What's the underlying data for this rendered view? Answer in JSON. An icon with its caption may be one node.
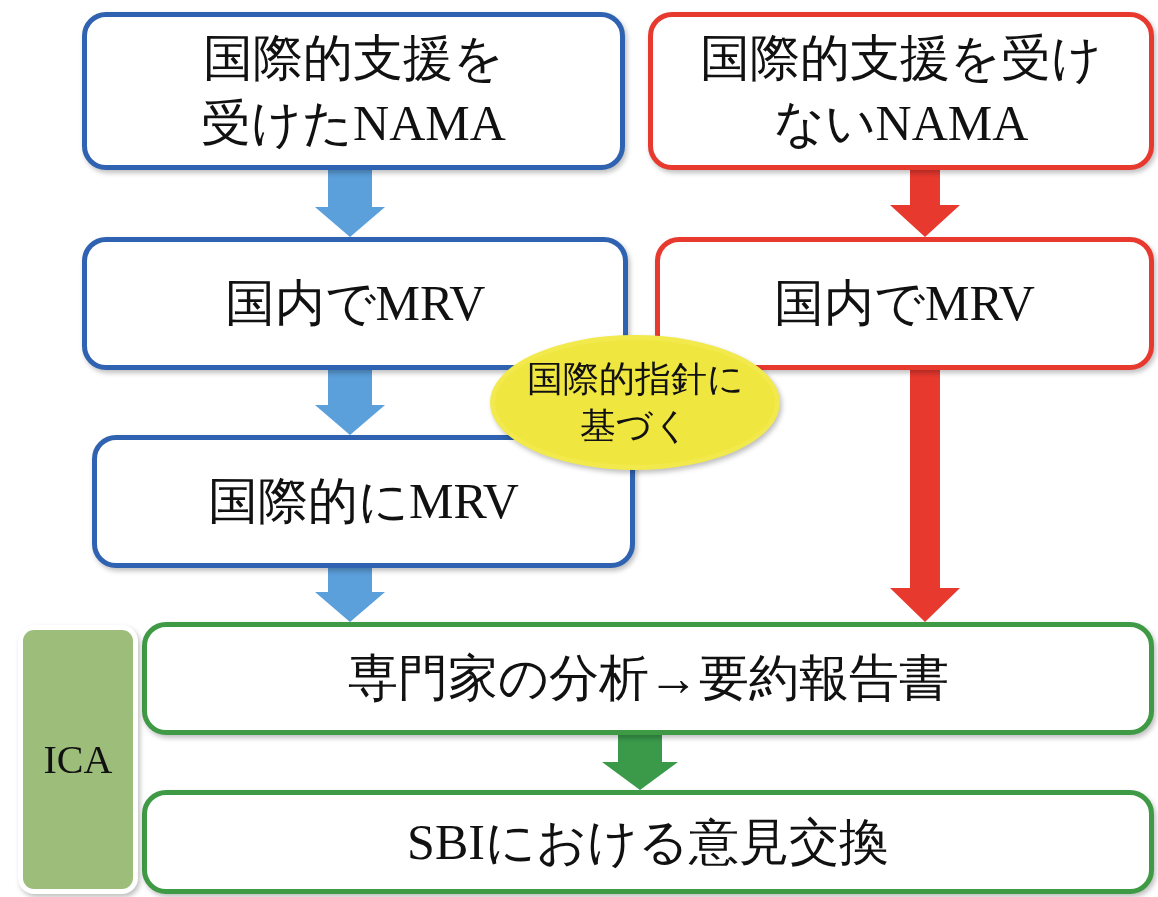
{
  "diagram": {
    "nodes": [
      {
        "text": [
          "国際的支援を受けたNAMA"
        ]
      },
      {
        "text": [
          "国際的支援を受けないNAMA"
        ]
      },
      {
        "text": [
          "国内でMRV"
        ]
      },
      {
        "text": [
          "国内でMRV"
        ]
      },
      {
        "text": [
          "国際的指針に基づく"
        ]
      },
      {
        "text": [
          "国際的にMRV"
        ]
      },
      {
        "text": [
          "専門家の分析→要約報告書"
        ]
      },
      {
        "text": [
          "SBIにおける意見交換"
        ]
      },
      {
        "text": [
          "ICA"
        ]
      }
    ],
    "edges": [
      {
        "from": 0,
        "to": 2,
        "arrow": "to"
      },
      {
        "from": 2,
        "to": 5,
        "arrow": "to"
      },
      {
        "from": 5,
        "to": 6,
        "arrow": "to"
      },
      {
        "from": 1,
        "to": 3,
        "arrow": "to",
        "color": "#e8392f"
      },
      {
        "from": 3,
        "to": 6,
        "arrow": "to",
        "color": "#e8392f"
      },
      {
        "from": 6,
        "to": 7,
        "arrow": "to",
        "color": "#3a9a4a"
      }
    ]
  }
}
